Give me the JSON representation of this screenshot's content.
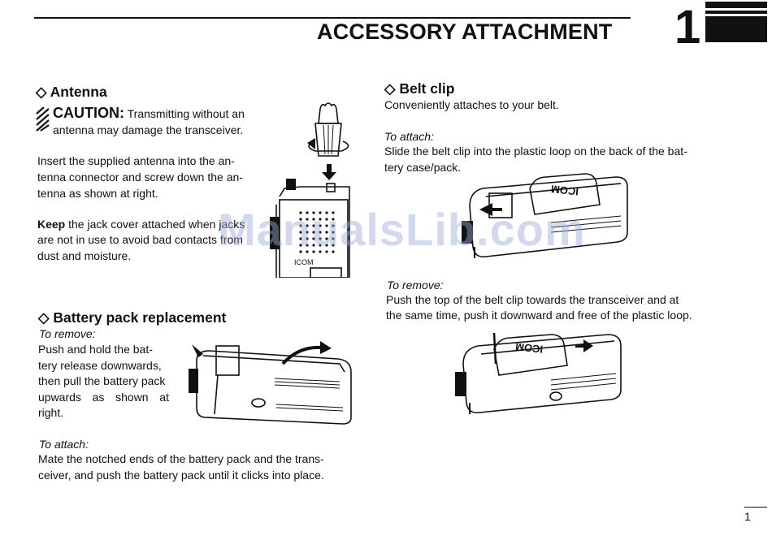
{
  "header": {
    "title": "ACCESSORY ATTACHMENT",
    "chapter_number": "1"
  },
  "antenna": {
    "heading": "◇ Antenna",
    "caution_label": "CAUTION:",
    "caution_line1": "Transmitting without an",
    "caution_line2": "antenna may damage the transceiver.",
    "para1_line1": "Insert the supplied antenna into the an-",
    "para1_line2": "tenna connector and screw down the an-",
    "para1_line3": "tenna as shown at right.",
    "para2_keep": "Keep",
    "para2_line1": "the jack cover attached when jacks",
    "para2_line2": "are not in use to avoid bad contacts from",
    "para2_line3": "dust and moisture."
  },
  "battery": {
    "heading": "◇ Battery pack replacement",
    "remove_label": "To remove:",
    "remove_line1": "Push and hold the bat-",
    "remove_line2": "tery release downwards,",
    "remove_line3": "then pull the battery pack",
    "remove_line4": "upwards as shown at",
    "remove_line5": "right.",
    "attach_label": "To attach:",
    "attach_line1": "Mate the notched ends of the battery pack and the trans-",
    "attach_line2": "ceiver, and push the battery pack until it clicks into place."
  },
  "beltclip": {
    "heading": "◇ Belt clip",
    "intro": "Conveniently attaches to your belt.",
    "attach_label": "To attach:",
    "attach_line1": "Slide the belt clip into the plastic loop on the back of the bat-",
    "attach_line2": "tery case/pack.",
    "remove_label": "To remove:",
    "remove_line1": "Push the top of the belt clip towards the transceiver and at",
    "remove_line2": "the same time, push it downward and free of the plastic loop."
  },
  "illustrations": {
    "radio_brand": "ICOM",
    "clip_brand": "ICOM"
  },
  "watermark": "ManualsLib.com",
  "page_number": "1"
}
